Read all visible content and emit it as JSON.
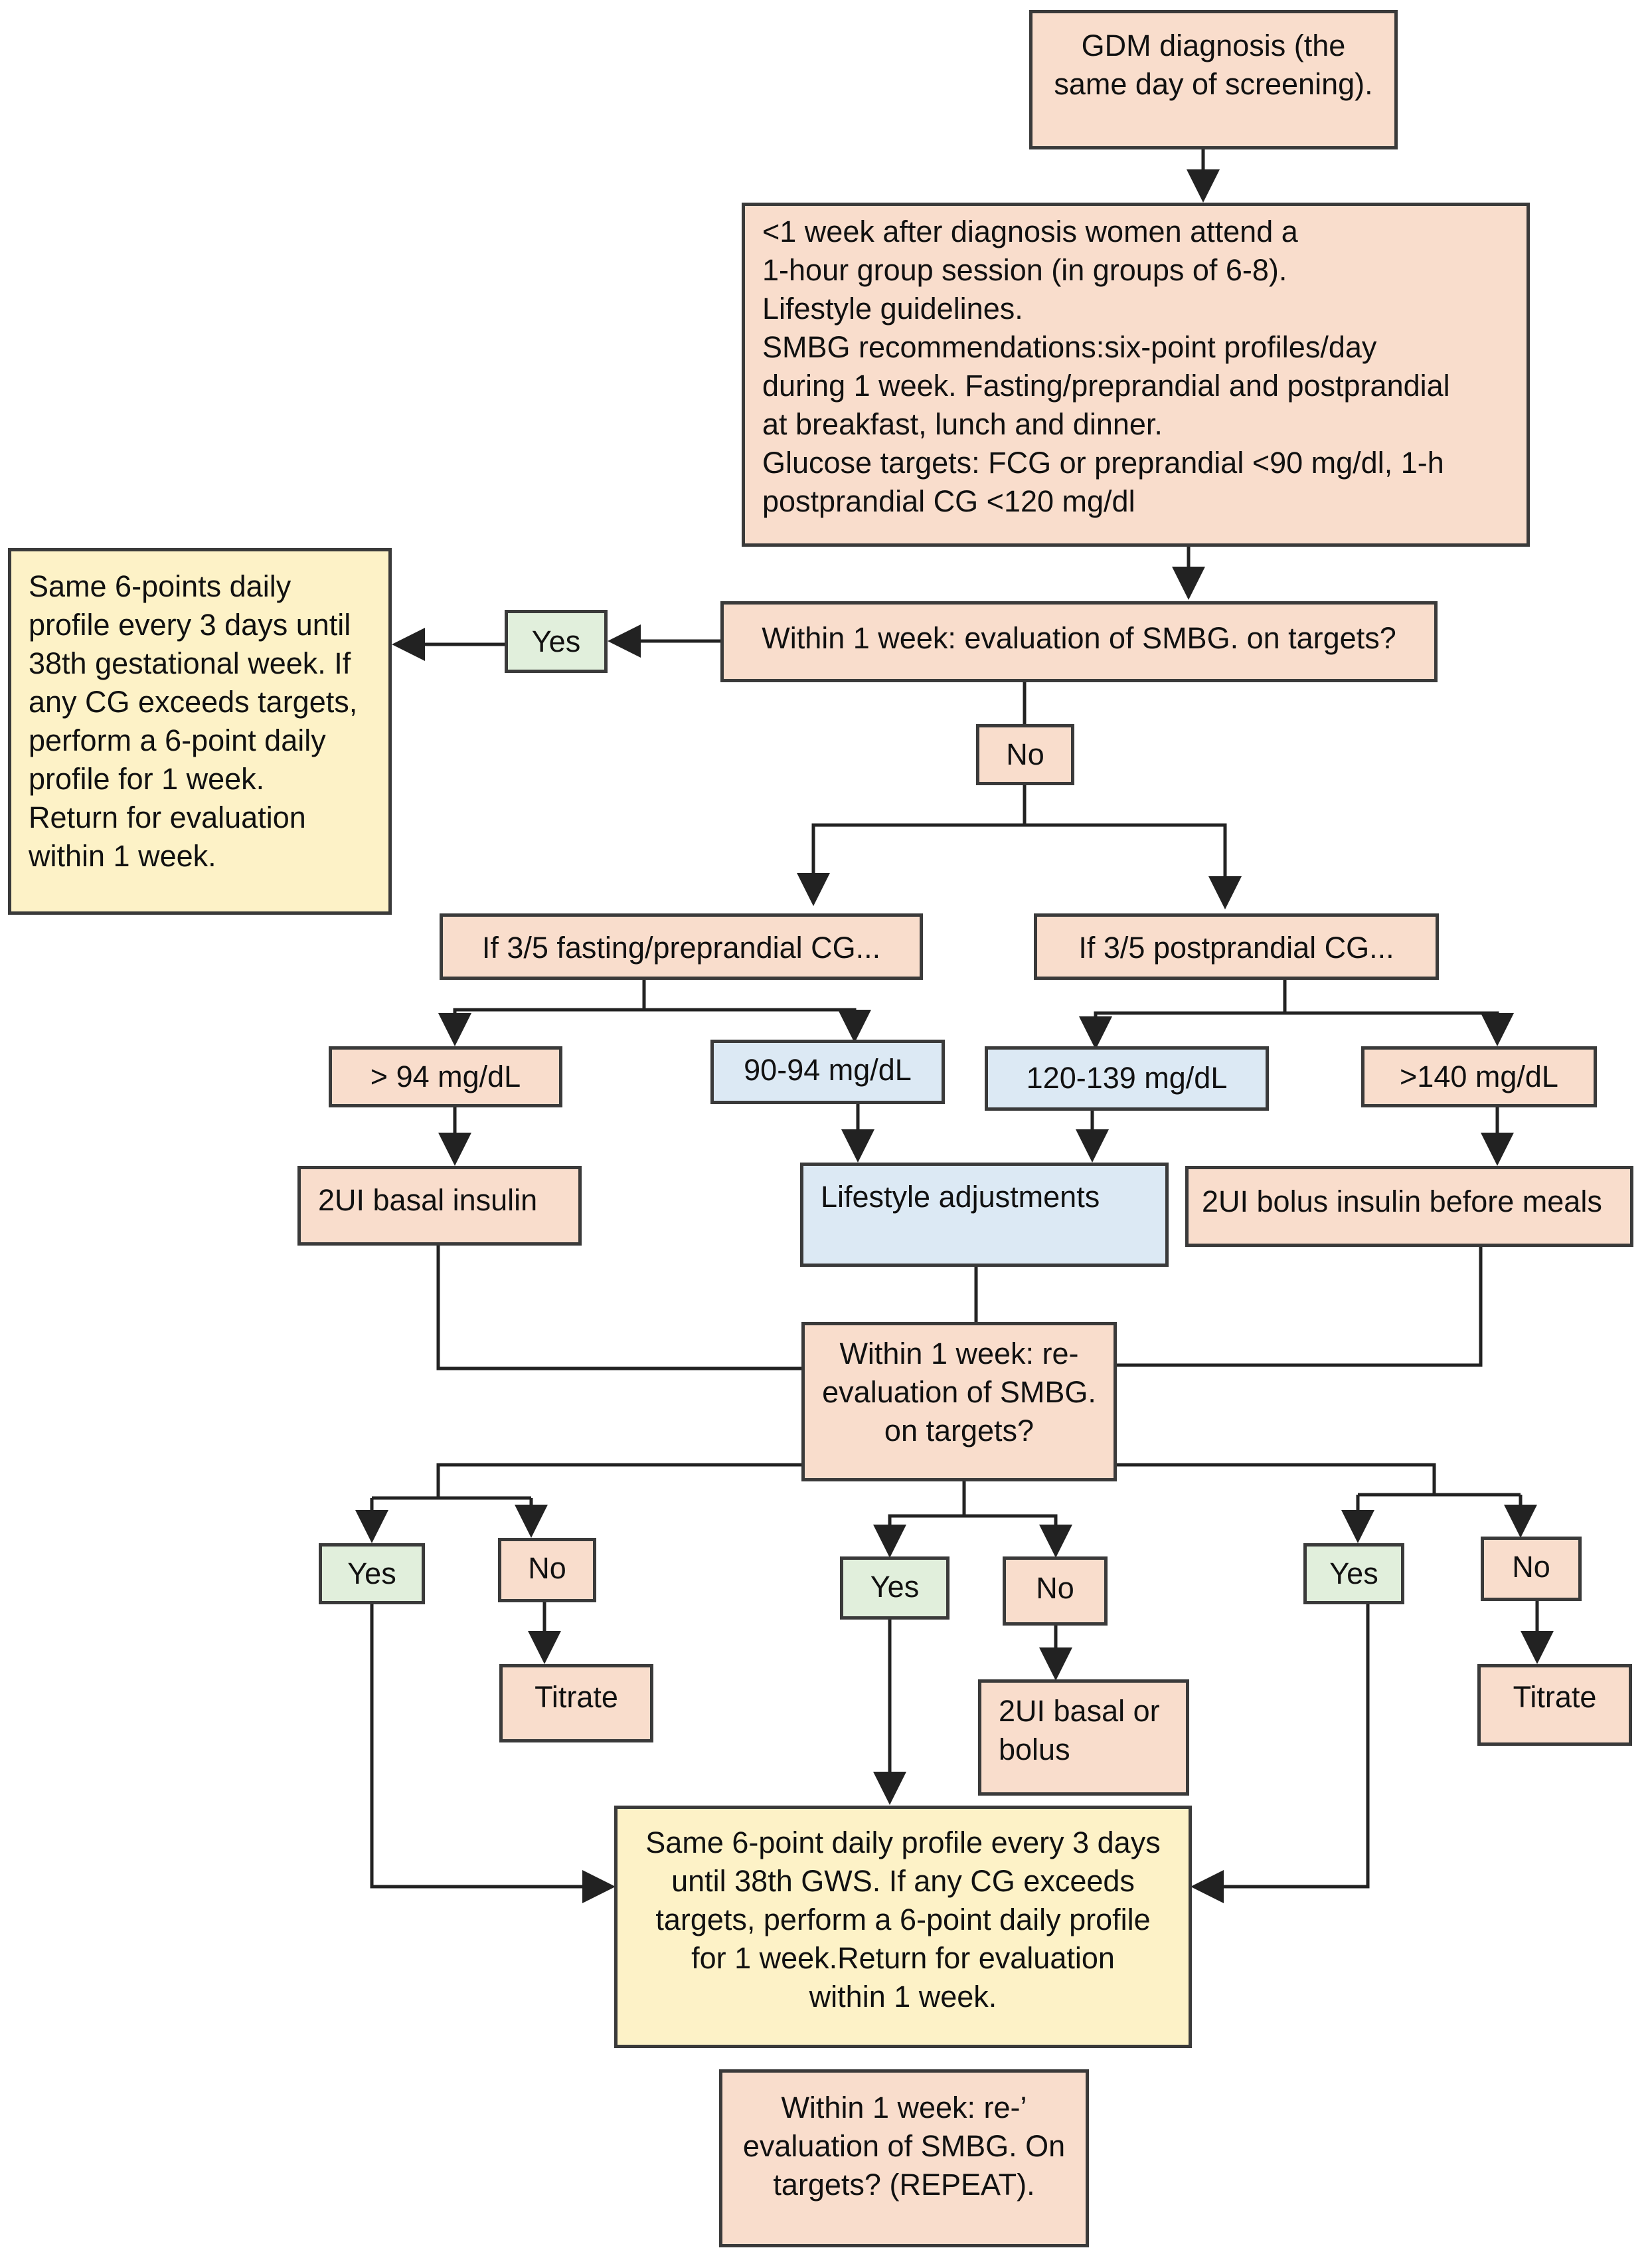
{
  "colors": {
    "peach": "#f9ddcc",
    "cream": "#fdf2c7",
    "blue": "#dce9f4",
    "green": "#e1efdc",
    "stroke": "#3a3a3a"
  },
  "nodes": {
    "gdm_diagnosis": "GDM diagnosis (the same day of screening).",
    "group_session": "<1 week after diagnosis women attend a\n1-hour group session (in groups of 6-8).\nLifestyle guidelines.\nSMBG recommendations:six-point profiles/day\nduring 1 week. Fasting/preprandial and postprandial\nat breakfast, lunch and dinner.\nGlucose targets: FCG or preprandial <90 mg/dl, 1-h\npostprandial CG <120 mg/dl",
    "evaluation_1": "Within 1 week: evaluation of SMBG. on targets?",
    "yes_top": "Yes",
    "same_profile_top": "Same 6-points daily\nprofile every 3 days until\n38th gestational week. If\nany CG exceeds targets,\nperform a 6-point daily\nprofile for 1 week.\nReturn for evaluation\nwithin 1 week.",
    "no_top": "No",
    "fasting_branch": "If 3/5 fasting/preprandial CG...",
    "postprandial_branch": "If 3/5 postprandial CG...",
    "gt94": "> 94 mg/dL",
    "r90_94": "90-94 mg/dL",
    "r120_139": "120-139 mg/dL",
    "gt140": ">140 mg/dL",
    "basal_insulin": "2UI basal insulin",
    "lifestyle_adjustments": "Lifestyle adjustments",
    "bolus_insulin": "2UI bolus insulin before meals",
    "reevaluation": "Within 1 week: re-\nevaluation of SMBG.\non targets?",
    "yes_left": "Yes",
    "no_left": "No",
    "titrate_left": "Titrate",
    "yes_mid": "Yes",
    "no_mid": "No",
    "basal_or_bolus": "2UI basal or\nbolus",
    "yes_right": "Yes",
    "no_right": "No",
    "titrate_right": "Titrate",
    "same_profile_bottom": "Same 6-point daily profile every 3 days\nuntil 38th GWS. If any CG exceeds\ntargets, perform a 6-point daily profile\nfor 1 week.Return for evaluation\nwithin 1 week.",
    "reevaluation_repeat": "Within 1 week: re-’\nevaluation of SMBG. On\ntargets? (REPEAT)."
  }
}
